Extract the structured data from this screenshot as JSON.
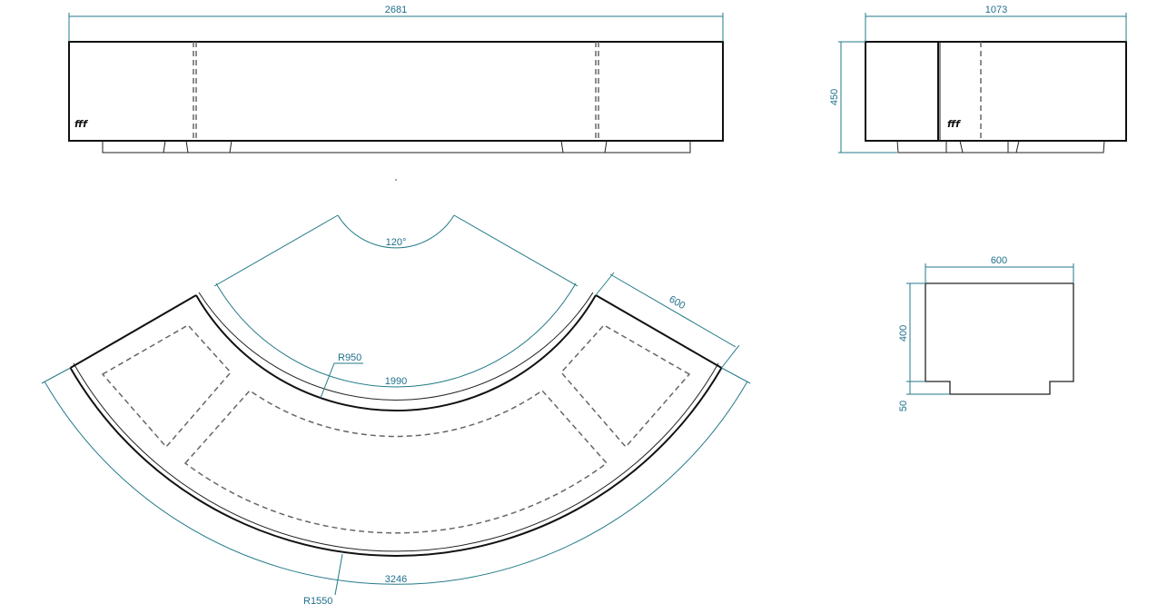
{
  "front_view": {
    "width_dim": "2681",
    "logo": "fff"
  },
  "side_view_top": {
    "width_dim": "1073",
    "height_dim": "450",
    "logo": "fff"
  },
  "plan_view": {
    "angle_dim": "120°",
    "inner_radius": "R950",
    "inner_arc_length": "1990",
    "depth_dim": "600",
    "outer_arc_length": "3246",
    "outer_radius": "R1550"
  },
  "section_view": {
    "width_dim": "600",
    "height_dim": "400",
    "base_dim": "50"
  },
  "colors": {
    "dimension": "#237a88",
    "outline": "#111111"
  }
}
